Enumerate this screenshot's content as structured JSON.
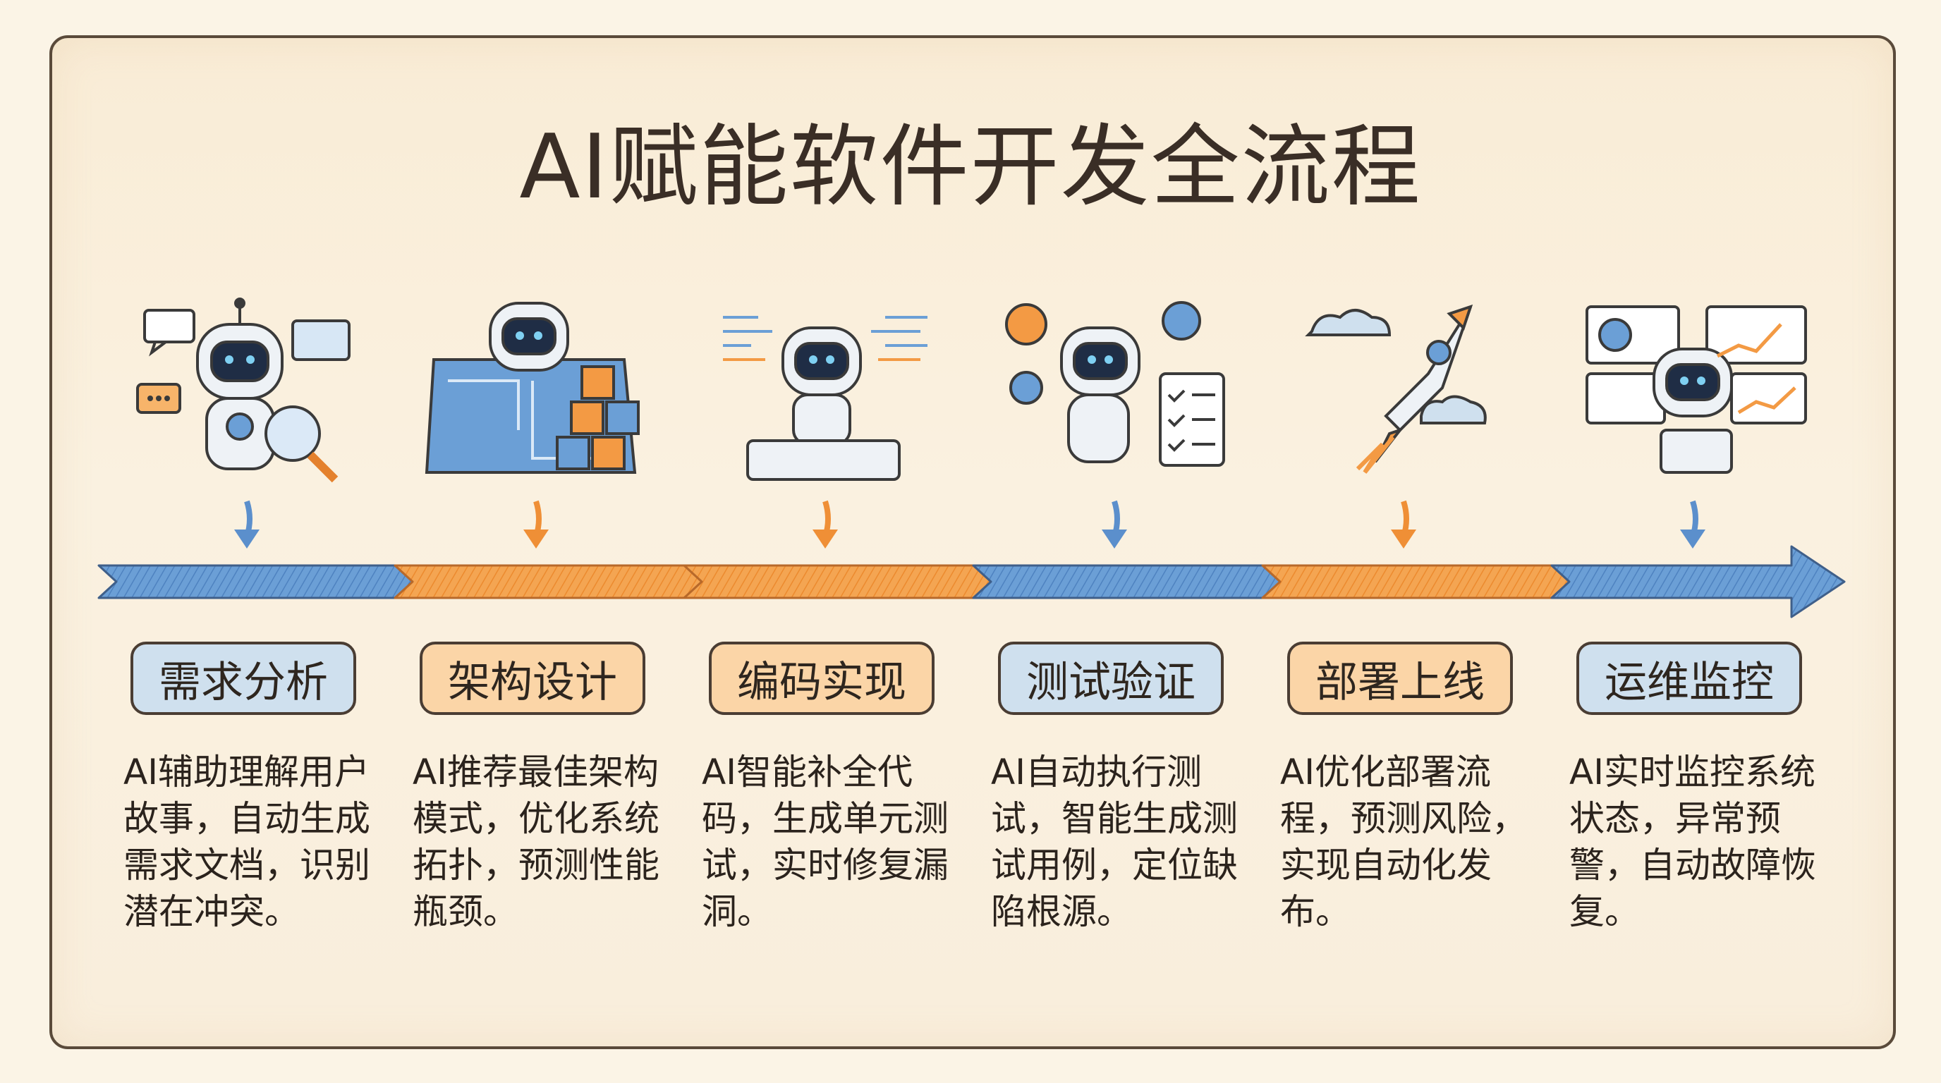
{
  "title": "AI赋能软件开发全流程",
  "colors": {
    "blue": "#5f95d0",
    "orange": "#f29a45",
    "ink": "#3a2e26"
  },
  "steps": [
    {
      "label": "需求分析",
      "desc": "AI辅助理解用户故事，自动生成需求文档，识别潜在冲突。",
      "color": "blue",
      "icon": "robot-magnifier-icon"
    },
    {
      "label": "架构设计",
      "desc": "AI推荐最佳架构模式，优化系统拓扑，预测性能瓶颈。",
      "color": "orange",
      "icon": "robot-blueprint-icon"
    },
    {
      "label": "编码实现",
      "desc": "AI智能补全代码，生成单元测试，实时修复漏洞。",
      "color": "orange",
      "icon": "robot-keyboard-icon"
    },
    {
      "label": "测试验证",
      "desc": "AI自动执行测试，智能生成测试用例，定位缺陷根源。",
      "color": "blue",
      "icon": "robot-checklist-icon"
    },
    {
      "label": "部署上线",
      "desc": "AI优化部署流程，预测风险，实现自动化发布。",
      "color": "orange",
      "icon": "rocket-icon"
    },
    {
      "label": "运维监控",
      "desc": "AI实时监控系统状态，异常预警，自动故障恢复。",
      "color": "blue",
      "icon": "robot-dashboard-icon"
    }
  ]
}
